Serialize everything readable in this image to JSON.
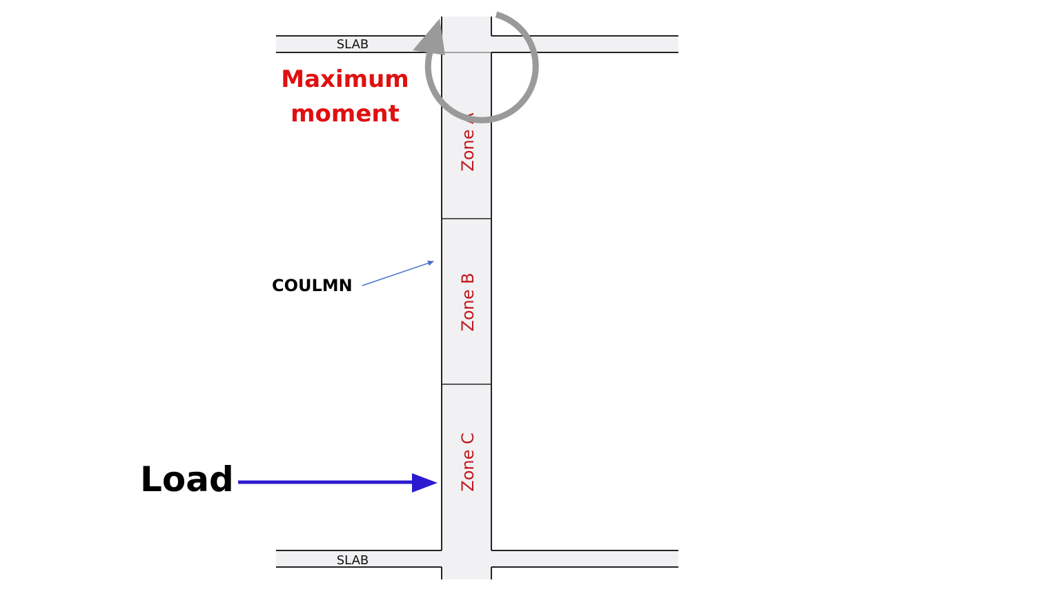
{
  "slab_top": {
    "label": "SLAB"
  },
  "slab_bottom": {
    "label": "SLAB"
  },
  "column": {
    "label": "COULMN"
  },
  "zones": [
    {
      "label": "Zone A"
    },
    {
      "label": "Zone B"
    },
    {
      "label": "Zone C"
    }
  ],
  "moment": {
    "line1": "Maximum",
    "line2": "moment"
  },
  "load": {
    "label": "Load"
  },
  "colors": {
    "zone_text": "#c0181c",
    "moment_text": "#e01010",
    "load_arrow": "#2b1bd0",
    "column_arrow": "#4a72c4",
    "rotation_arrow": "#9a9a9a",
    "fill": "#f1f1f3",
    "outline": "#222222"
  },
  "icons": {
    "rotation": "rotation-arrow-icon",
    "load": "load-arrow-icon",
    "column_pointer": "pointer-arrow-icon"
  }
}
